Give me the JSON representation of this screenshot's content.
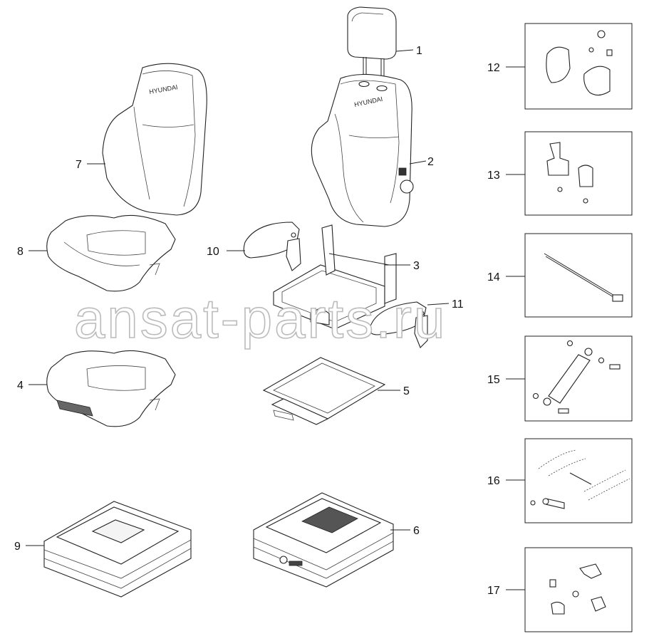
{
  "diagram": {
    "brand_text": "HYUNDAI",
    "watermark": "ansat-parts.ru",
    "callouts": [
      "1",
      "2",
      "3",
      "4",
      "5",
      "6",
      "7",
      "8",
      "9",
      "10",
      "11",
      "12",
      "13",
      "14",
      "15",
      "16",
      "17"
    ]
  }
}
